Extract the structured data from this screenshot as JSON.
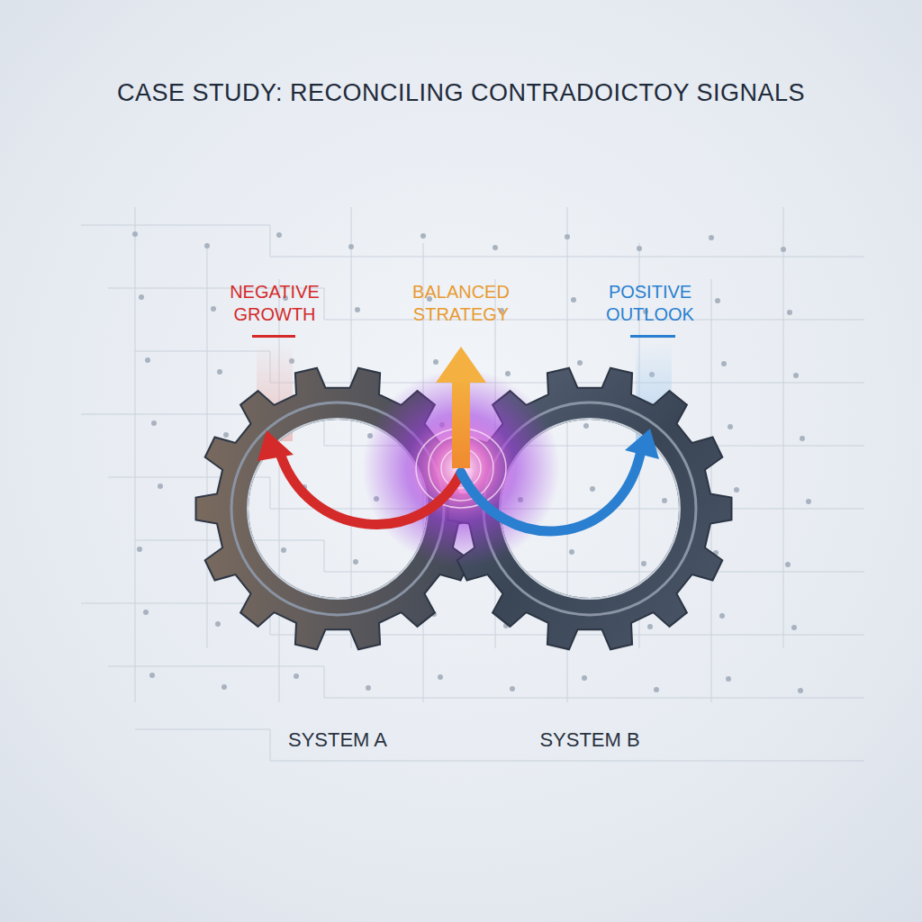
{
  "diagram": {
    "title": "CASE STUDY: RECONCILING CONTRADOICTOY SIGNALS",
    "nodes": [
      {
        "text": [
          "SYSTEM A"
        ]
      },
      {
        "text": [
          "SYSTEM B"
        ]
      }
    ],
    "labels": [
      "NEGATIVE GROWTH",
      "BALANCED STRATEGY",
      "POSITIVE OUTLOOK"
    ]
  }
}
